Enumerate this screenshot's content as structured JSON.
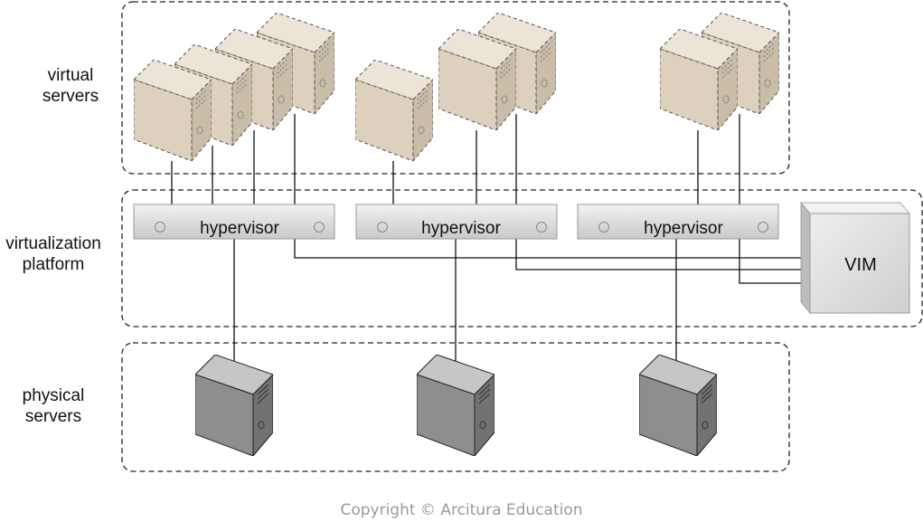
{
  "layers": {
    "virtual": {
      "line1": "virtual",
      "line2": "servers"
    },
    "platform": {
      "line1": "virtualization",
      "line2": "platform"
    },
    "physical": {
      "line1": "physical",
      "line2": "servers"
    }
  },
  "hypervisors": [
    {
      "label": "hypervisor"
    },
    {
      "label": "hypervisor"
    },
    {
      "label": "hypervisor"
    }
  ],
  "vim": {
    "label": "VIM"
  },
  "copyright": "Copyright © Arcitura Education",
  "colors": {
    "virtual_server": "#ddd1bd",
    "physical_server": "#8e8e8e",
    "hypervisor_bar": "#dcdcdc",
    "vim_box": "#d9d9d9"
  }
}
